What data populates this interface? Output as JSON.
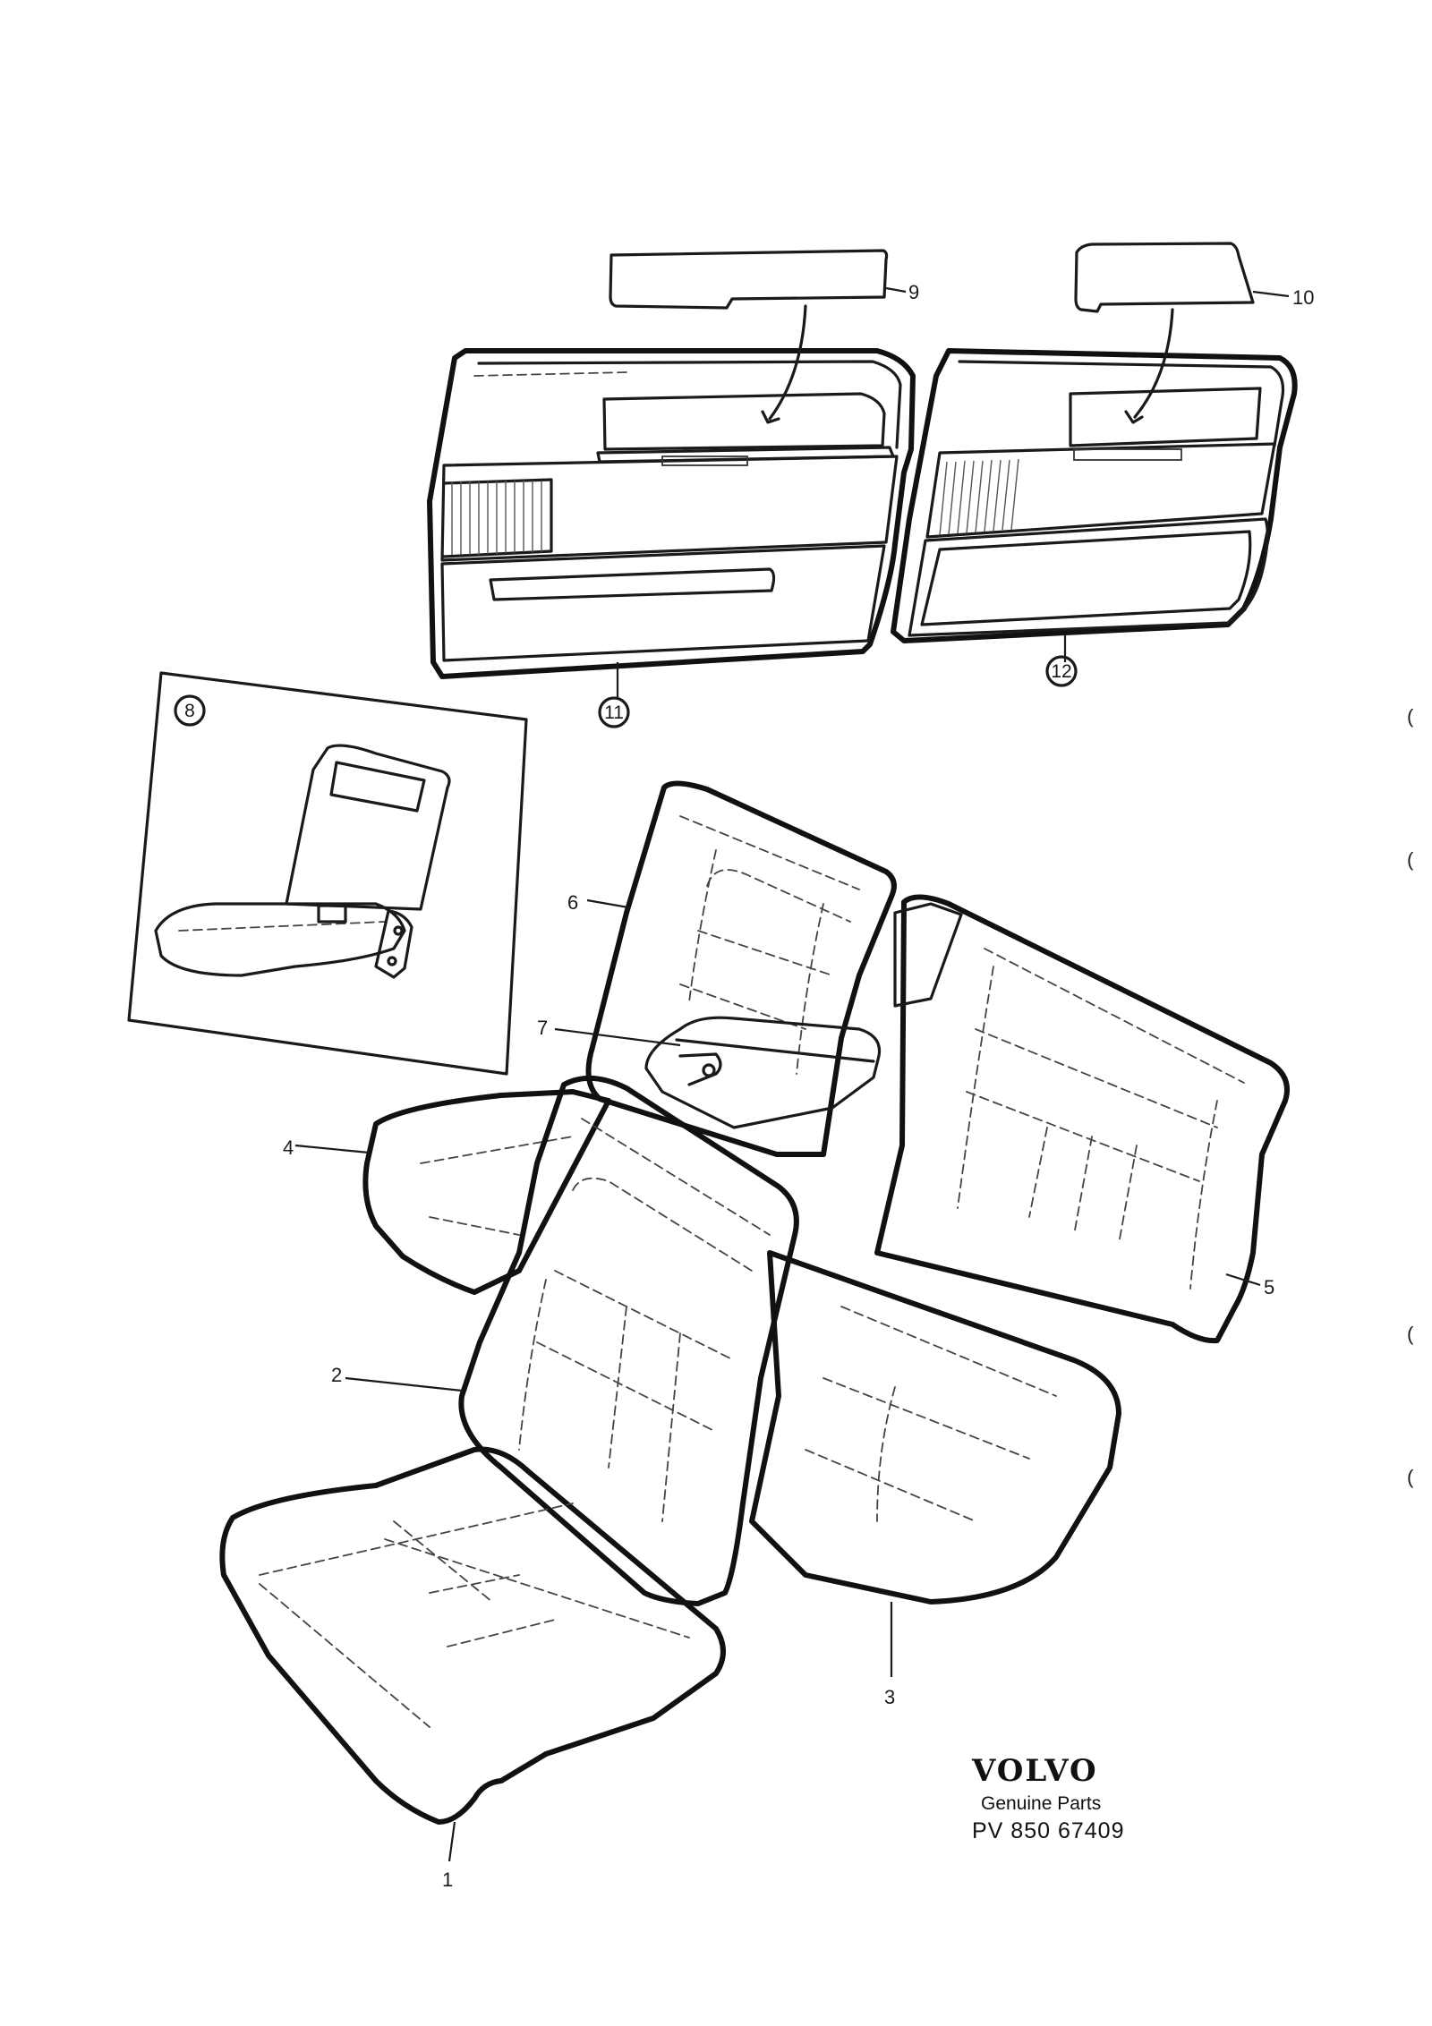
{
  "callouts": {
    "c1": "1",
    "c2": "2",
    "c3": "3",
    "c4": "4",
    "c5": "5",
    "c6": "6",
    "c7": "7",
    "c8": "8",
    "c9": "9",
    "c10": "10",
    "c11": "11",
    "c12": "12"
  },
  "brand": {
    "name": "VOLVO",
    "subtitle": "Genuine Parts",
    "part_number": "PV 850 67409"
  }
}
